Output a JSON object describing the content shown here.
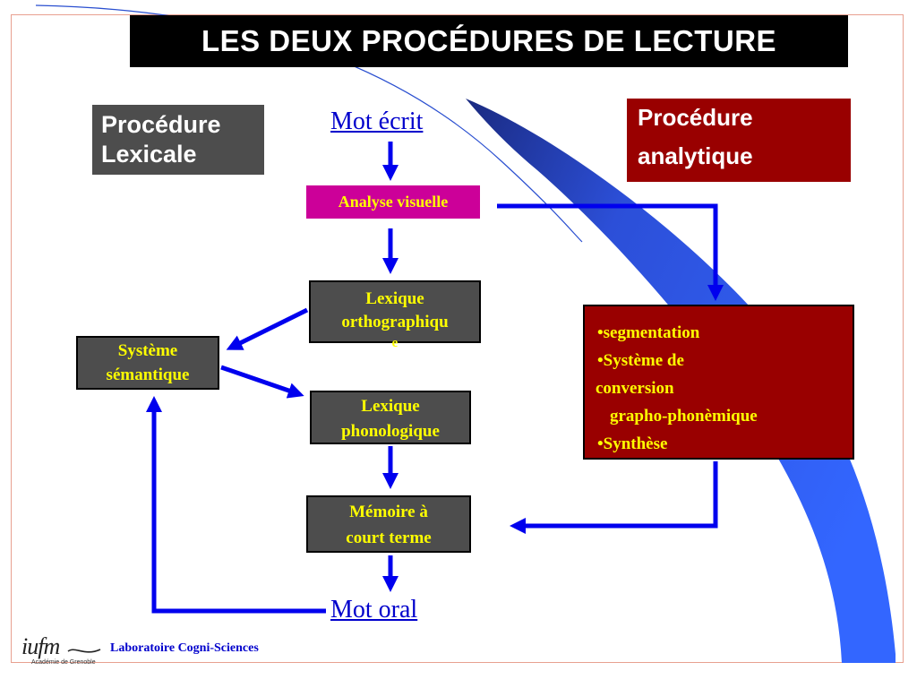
{
  "title": "LES DEUX PROCÉDURES DE LECTURE",
  "labels": {
    "procedure_lexicale": [
      "Procédure",
      "Lexicale"
    ],
    "procedure_analytique": [
      "Procédure",
      "analytique"
    ]
  },
  "nodes": {
    "mot_ecrit": "Mot écrit",
    "analyse_visuelle": "Analyse visuelle",
    "lexique_orthographique": [
      "Lexique",
      "orthographiqu",
      "e"
    ],
    "systeme_semantique": [
      "Système",
      "sémantique"
    ],
    "lexique_phonologique": [
      "Lexique",
      "phonologique"
    ],
    "memoire_court_terme": [
      "Mémoire à",
      "court terme"
    ],
    "mot_oral": "Mot oral"
  },
  "analytique_steps": [
    "•segmentation",
    "•Système de",
    "conversion",
    "grapho-phonèmique",
    "•Synthèse"
  ],
  "footer": {
    "logo_text": "iufm",
    "logo_subtitle": "Académie de Grenoble",
    "lab_name": "Laboratoire Cogni-Sciences"
  },
  "colors": {
    "arrow": "#0000ee",
    "swoosh": "#3366ff",
    "lexicale_box": "#4d4d4d",
    "analytique_box": "#990000",
    "analyse_box": "#cc0099",
    "box_text": "#ffff00",
    "link_text": "#0000cc"
  }
}
